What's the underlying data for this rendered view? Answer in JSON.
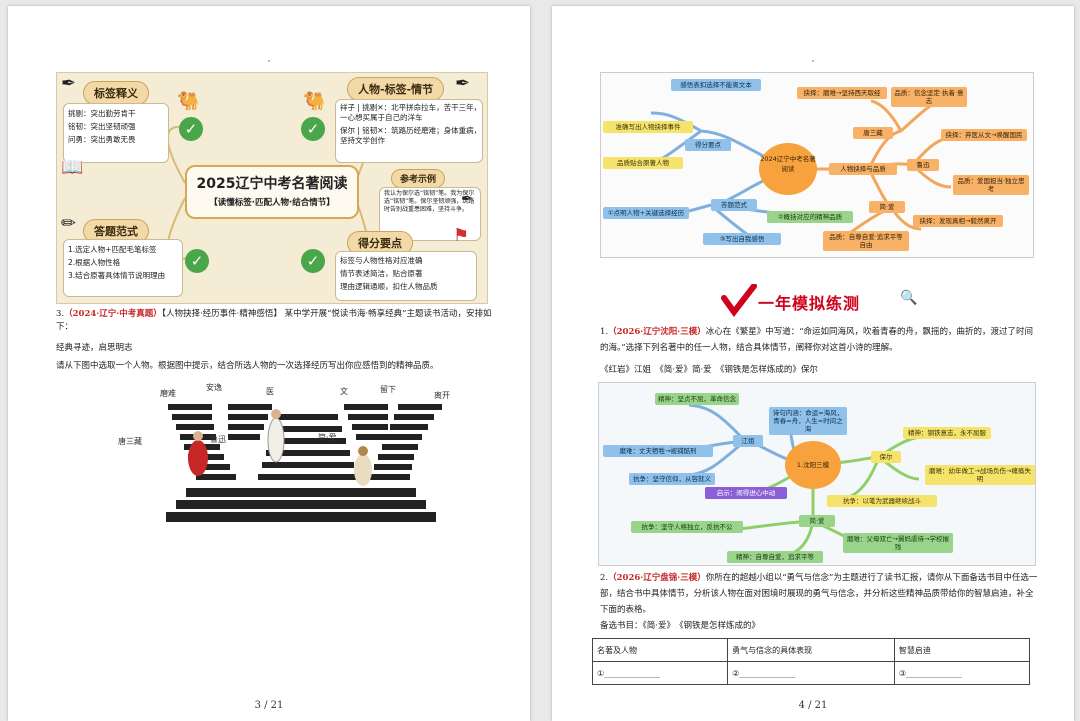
{
  "page3": {
    "infographic": {
      "title": "2025辽宁中考名著阅读",
      "subtitle": "【读懂标签·匹配人物·结合情节】",
      "tag_def": {
        "heading": "标签释义",
        "items": [
          "挑剔：突出勤劳肯干",
          "铭韧：突出坚韧顽强",
          "问勇：突出勇敢无畏"
        ]
      },
      "answer_form": {
        "heading": "答题范式",
        "items": [
          "1.选定人物+匹配毛笔标签",
          "2.根据人物性格",
          "3.结合原著具体情节说明理由"
        ]
      },
      "person_plot": {
        "heading": "人物-标签-情节",
        "items": [
          "祥子 | 挑剔✕：北平拼命拉车，苦干三年，一心想买属于自己的洋车",
          "保尔 | 铭韧✕：筑路历经磨难；身体重病，坚持文学创作"
        ]
      },
      "example": {
        "heading": "参考示例",
        "text": "我认为保尔选“铭韧”笔。我为保尔选“铭韧”笔。保尔坚韧顽强，筑路时告别战重患困难，坚持斗争。"
      },
      "score": {
        "heading": "得分要点",
        "items": [
          "标签与人物性格对应准确",
          "情节表述简洁，贴合原著",
          "理由逻辑通顺，扣住人物品质"
        ]
      }
    },
    "q3": {
      "num": "3.",
      "source": "（2024·辽宁·中考真题）",
      "tags": "【人物抉择·经历事件·精神感悟】",
      "intro": "某中学开展“悦读书海·畅享经典”主题读书活动，安排如下：",
      "line2": "经典寻迹，启思明志",
      "line3": "请从下图中选取一个人物。根据图中提示，结合所选人物的一次选择经历写出你应感悟到的精神品质。"
    },
    "stairs": {
      "labels": [
        "磨难",
        "安逸",
        "医",
        "文",
        "留下",
        "离开"
      ],
      "names": [
        "唐三藏",
        "鲁迅",
        "简·爱"
      ]
    },
    "page_number": "3 / 21"
  },
  "page4": {
    "map1": {
      "hub": "2024辽宁中考名著阅读",
      "nodes": [
        "感悟表扣选择不能离文本",
        "得分要点",
        "准确写出人物抉择事件",
        "品质贴合原著人物",
        "答题范式",
        "①点明人物+关键选择经历",
        "②概括对应的精神品质",
        "③写出自我感悟",
        "人物抉择与品质",
        "唐三藏",
        "抉择：磨难→坚持西天取经",
        "品质：信念坚定·执着·意志",
        "鲁迅",
        "抉择：弃医从文→唤醒国民",
        "品质：爱国担当·独立思考",
        "简·爱",
        "抉择：发现真相→毅然离开",
        "品质：自尊自爱·追求平等自由"
      ]
    },
    "section_title": "一年模拟练测",
    "q1": {
      "num": "1.",
      "source": "（2026·辽宁沈阳·三模）",
      "text": "冰心在《繁星》中写道：“命运如同海风，吹着青春的舟，飘摇的，曲折的，渡过了时间的海。”选择下列名著中的任一人物，结合具体情节，阐释你对这首小诗的理解。",
      "options": "《红岩》江姐　《简·爱》简·爱　《钢铁是怎样炼成的》保尔"
    },
    "map2": {
      "hub": "1.沈阳三模",
      "nodes": [
        "精神：坚贞不屈，革命信念",
        "诗句内涵：命运=海风，青春=舟，人生=时间之海",
        "江姐",
        "磨难：丈夫牺牲→被捕酷刑",
        "抗争：坚守信仰，从容就义",
        "精神：钢铁意志，永不屈服",
        "保尔",
        "磨难：幼年做工→战场负伤→瘫痪失明",
        "抗争：以笔为武器继续战斗",
        "启示：闹得进心中动",
        "简·爱",
        "磨难：父母双亡→舅妈虐待→学校摧残",
        "抗争：坚守人格独立，反抗不公",
        "精神：自尊自爱，追求平等"
      ]
    },
    "q2": {
      "num": "2.",
      "source": "（2026·辽宁盘锦·三模）",
      "text": "你所在的超越小组以“勇气与信念”为主题进行了读书汇报，请你从下面备选书目中任选一部，结合书中具体情节，分析该人物在面对困境时展现的勇气与信念，并分析这些精神品质带给你的智慧启迪，补全下面的表格。",
      "books": "备选书目：《简·爱》　《钢铁是怎样炼成的》"
    },
    "table": {
      "headers": [
        "名著及人物",
        "勇气与信念的具体表现",
        "智慧启迪"
      ],
      "cells": [
        "①______________",
        "②______________",
        "③______________"
      ]
    },
    "page_number": "4 / 21"
  }
}
